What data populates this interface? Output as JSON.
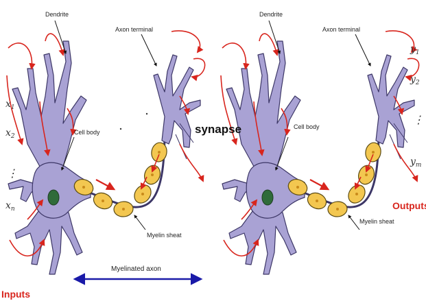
{
  "labels": {
    "dendrite": "Dendrite",
    "axon_terminal": "Axon terminal",
    "cell_body": "Cell body",
    "myelin_sheat": "Myelin sheat",
    "myelinated_axon": "Myelinated axon",
    "synapse": "synapse",
    "inputs": "Inputs",
    "outputs": "Outputs"
  },
  "inputs": {
    "x1": "x",
    "x1_sub": "1",
    "x2": "x",
    "x2_sub": "2",
    "dots": "⋮",
    "xn": "x",
    "xn_sub": "n"
  },
  "outputs": {
    "y1": "y",
    "y1_sub": "1",
    "y2": "y",
    "y2_sub": "2",
    "dots": "⋮",
    "ym": "y",
    "ym_sub": "m"
  },
  "colors": {
    "neuron_fill": "#a9a2d4",
    "neuron_stroke": "#3c3666",
    "nucleus": "#2f6b3a",
    "myelin": "#f3c750",
    "myelin_stroke": "#5a4a12",
    "arrow_red": "#d8251d",
    "axon_arrow": "#1a1aa8"
  }
}
